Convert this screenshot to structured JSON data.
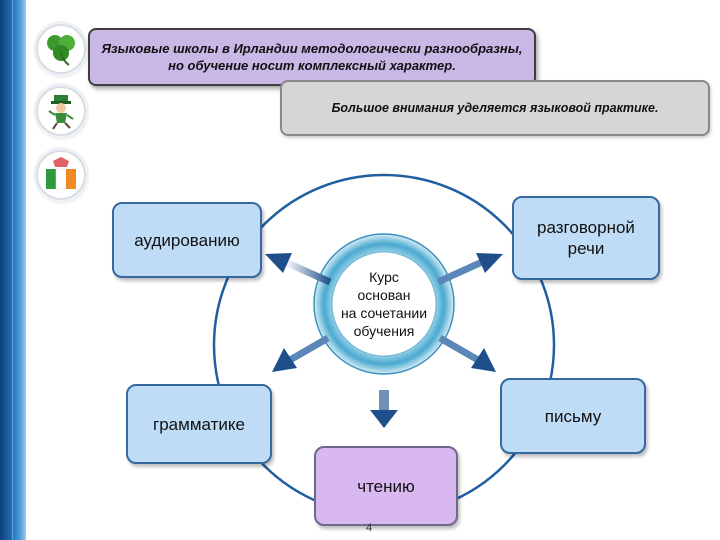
{
  "title_box": {
    "line1": "Языковые школы в Ирландии методологически разнообразны,",
    "line2": "но обучение носит комплексный характер."
  },
  "practice_box": {
    "text": "Большое внимания уделяется языковой практике."
  },
  "center": {
    "line1": "Курс",
    "line2": "основан",
    "line3": "на сочетании",
    "line4": "обучения"
  },
  "nodes": {
    "listening": "аудированию",
    "speaking_line1": "разговорной",
    "speaking_line2": "речи",
    "grammar": "грамматике",
    "writing": "письму",
    "reading": "чтению"
  },
  "page_number": "4",
  "icons": [
    "shamrock-icon",
    "leprechaun-icon",
    "irish-flag-icon"
  ],
  "colors": {
    "sidebar": "#1f6fb8",
    "title_fill": "#c9b7e6",
    "practice_fill": "#d6d6d6",
    "node_blue": "#bfdcf7",
    "node_purple": "#d9b8f2",
    "ring": "#1f5fa0"
  }
}
